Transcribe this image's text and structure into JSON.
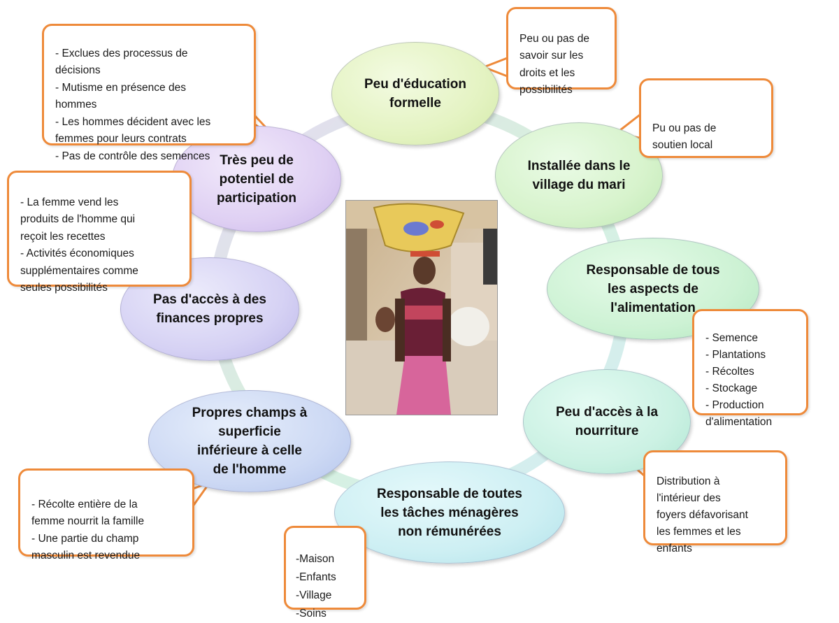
{
  "center_image": {
    "description_icon": "woman-with-basin-photo"
  },
  "circles": [
    {
      "id": "education",
      "label": "Peu d'éducation\nformelle",
      "color": "#e4f3c2"
    },
    {
      "id": "village",
      "label": "Installée dans le\nvillage du mari",
      "color": "#d7f3cc"
    },
    {
      "id": "alimentation",
      "label": "Responsable de tous\nles aspects de\nl'alimentation",
      "color": "#cdf2d4"
    },
    {
      "id": "nourriture",
      "label": "Peu d'accès à la\nnourriture",
      "color": "#cbf1e3"
    },
    {
      "id": "menageres",
      "label": "Responsable de toutes\nles tâches ménagères\nnon rémunérées",
      "color": "#cdeff3"
    },
    {
      "id": "champs",
      "label": "Propres champs à\nsuperficie\ninférieure à celle\nde l'homme",
      "color": "#cdd9f4"
    },
    {
      "id": "finances",
      "label": "Pas d'accès à des\nfinances propres",
      "color": "#d6d2f4"
    },
    {
      "id": "participation",
      "label": "Très peu de\npotentiel de\nparticipation",
      "color": "#dfd0f3"
    }
  ],
  "callouts": [
    {
      "id": "decisions",
      "text": "- Exclues des processus de\ndécisions\n- Mutisme en présence des\nhommes\n- Les hommes  décident avec les\nfemmes pour leurs contrats\n- Pas de contrôle des semences"
    },
    {
      "id": "savoir",
      "text": "Peu ou pas de\nsavoir sur les\ndroits et les\npossibilités"
    },
    {
      "id": "soutien",
      "text": "Pu ou pas de\nsoutien local"
    },
    {
      "id": "vente",
      "text": "- La femme vend les\nproduits de l'homme  qui\nreçoit les recettes\n- Activités économiques\nsupplémentaires comme\nseules possibilités"
    },
    {
      "id": "semence",
      "text": "- Semence\n- Plantations\n- Récoltes\n- Stockage\n- Production\nd'alimentation"
    },
    {
      "id": "distribution",
      "text": "Distribution à\nl'intérieur des\nfoyers défavorisant\nles femmes et les\nenfants"
    },
    {
      "id": "recolte",
      "text": "- Récolte entière de la\nfemme nourrit  la famille\n- Une partie du champ\nmasculin est revendue"
    },
    {
      "id": "maison",
      "text": "-Maison\n-Enfants\n-Village\n-Soins"
    }
  ]
}
